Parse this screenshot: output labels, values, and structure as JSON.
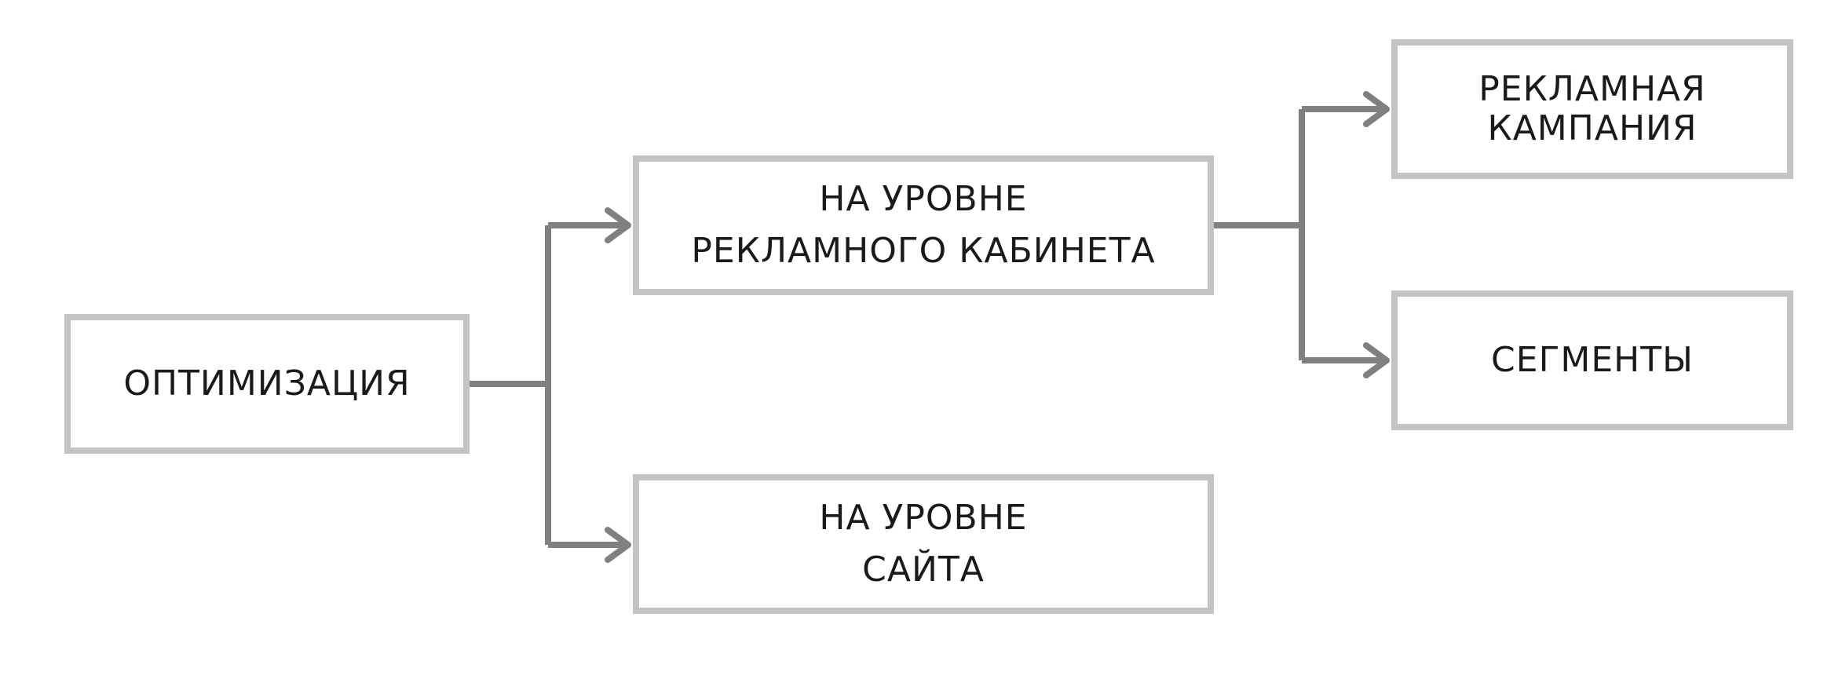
{
  "nodes": {
    "root": {
      "lines": [
        "ОПТИМИЗАЦИЯ"
      ]
    },
    "cabinet": {
      "lines": [
        "НА УРОВНЕ",
        "РЕКЛАМНОГО КАБИНЕТА"
      ]
    },
    "site": {
      "lines": [
        "НА УРОВНЕ",
        "САЙТА"
      ]
    },
    "campaign": {
      "lines": [
        "РЕКЛАМНАЯ",
        "КАМПАНИЯ"
      ]
    },
    "segments": {
      "lines": [
        "СЕГМЕНТЫ"
      ]
    }
  },
  "colors": {
    "connector": "#808080",
    "box_border": "#c4c4c4",
    "text": "#1a1a1a"
  }
}
